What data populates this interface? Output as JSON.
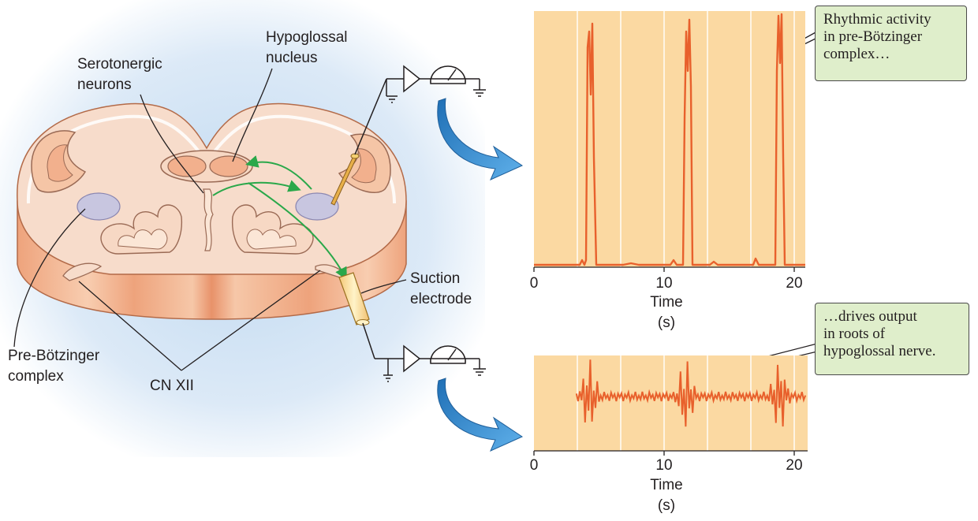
{
  "labels": {
    "serotonergic_1": "Serotonergic",
    "serotonergic_2": "neurons",
    "hypoglossal_1": "Hypoglossal",
    "hypoglossal_2": "nucleus",
    "suction_1": "Suction",
    "suction_2": "electrode",
    "prebot_1": "Pre-Bötzinger",
    "prebot_2": "complex",
    "cnxii": "CN XII"
  },
  "callouts": {
    "top": [
      "Rhythmic activity",
      "in pre-Bötzinger",
      "complex…"
    ],
    "bottom": [
      "…drives output",
      "in roots of",
      "hypoglossal nerve."
    ]
  },
  "colors": {
    "trace": "#e8602c",
    "plot_background": "#fbd9a2",
    "arrow": "#3a90d0",
    "callout_fill": "#dfeecb",
    "tissue": "#f7dccb",
    "nucleus": "#f2b08d",
    "pre_botzinger": "#c8c6e0",
    "pathway_arrows": "#2aa84a"
  },
  "chart_data": [
    {
      "type": "line",
      "name": "top-trace",
      "xlabel": "Time",
      "xunit": "(s)",
      "xticks": [
        0,
        10,
        20
      ],
      "xlim": [
        0,
        21.3
      ],
      "grid": "vertical",
      "bursts_at_s": [
        4.3,
        11.8,
        19.1
      ],
      "baseline": "flat"
    },
    {
      "type": "line",
      "name": "bottom-trace",
      "xlabel": "Time",
      "xunit": "(s)",
      "xticks": [
        0,
        10,
        20
      ],
      "xlim": [
        0,
        21.3
      ],
      "grid": "vertical",
      "bursts_at_s": [
        4.3,
        11.8,
        19.1
      ],
      "baseline": "oscillating"
    }
  ]
}
